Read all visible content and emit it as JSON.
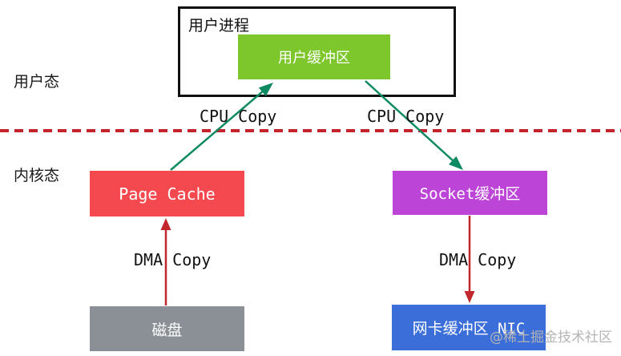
{
  "diagram": {
    "user_process_label": "用户进程",
    "user_buffer_label": "用户缓冲区",
    "user_mode_label": "用户态",
    "kernel_mode_label": "内核态",
    "cpu_copy_left_label": "CPU Copy",
    "cpu_copy_right_label": "CPU Copy",
    "dma_copy_left_label": "DMA Copy",
    "dma_copy_right_label": "DMA Copy",
    "page_cache_label": "Page Cache",
    "socket_buffer_label": "Socket缓冲区",
    "disk_label": "磁盘",
    "nic_buffer_label": "网卡缓冲区 NIC",
    "watermark": "@稀土掘金技术社区"
  },
  "colors": {
    "user_buffer_bg": "#7dc62b",
    "page_cache_bg": "#f4494f",
    "socket_buffer_bg": "#bc45d8",
    "disk_bg": "#8a9096",
    "nic_bg": "#3b6ed9",
    "cpu_copy_arrow": "#0d8a61",
    "dma_copy_arrow": "#c1272d",
    "boundary_line": "#c4242e",
    "watermark_text": "#b5b5b5"
  }
}
